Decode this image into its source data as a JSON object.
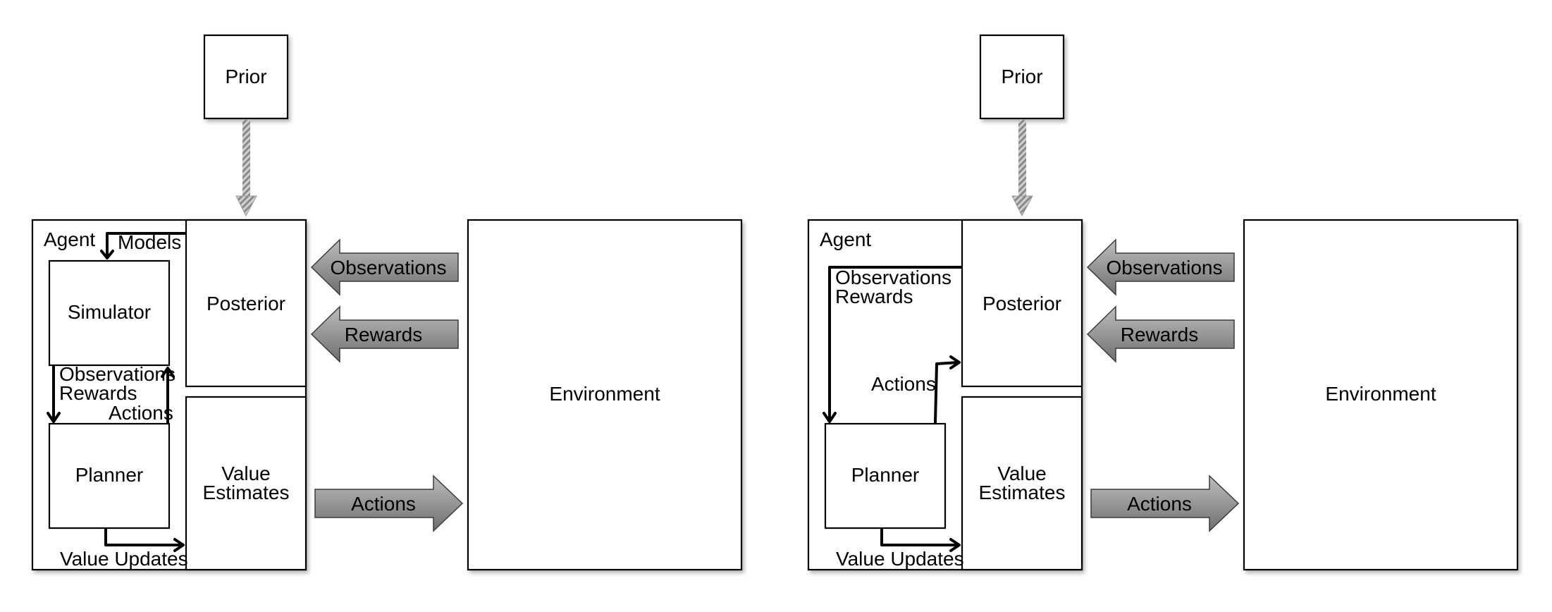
{
  "left": {
    "prior": "Prior",
    "agent": "Agent",
    "models": "Models",
    "simulator": "Simulator",
    "posterior": "Posterior",
    "observations_inner": "Observations",
    "rewards_inner": "Rewards",
    "actions_inner": "Actions",
    "planner": "Planner",
    "value_estimates_line1": "Value",
    "value_estimates_line2": "Estimates",
    "value_updates": "Value Updates",
    "observations": "Observations",
    "rewards": "Rewards",
    "actions": "Actions",
    "environment": "Environment"
  },
  "right": {
    "prior": "Prior",
    "agent": "Agent",
    "observations_inner": "Observations",
    "rewards_inner": "Rewards",
    "posterior": "Posterior",
    "actions_inner": "Actions",
    "planner": "Planner",
    "value_estimates_line1": "Value",
    "value_estimates_line2": "Estimates",
    "value_updates": "Value Updates",
    "observations": "Observations",
    "rewards": "Rewards",
    "actions": "Actions",
    "environment": "Environment"
  }
}
